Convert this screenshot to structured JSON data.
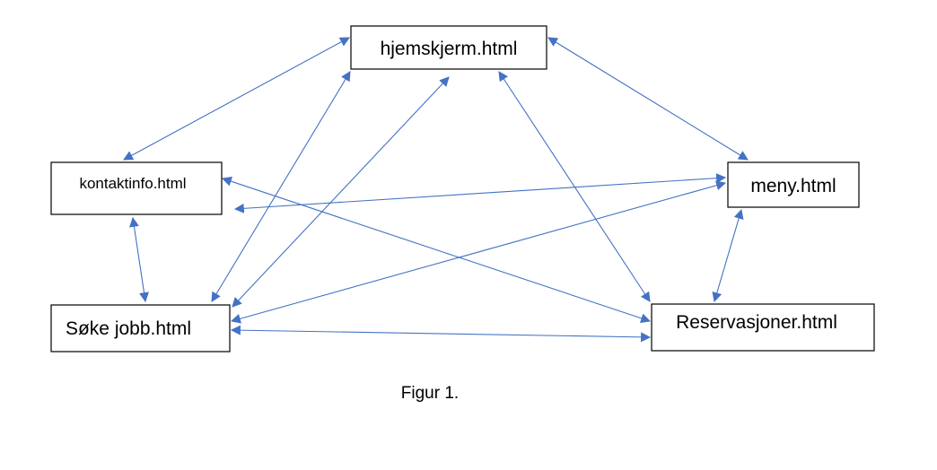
{
  "diagram": {
    "edge_color": "#4472C4",
    "nodes": [
      {
        "id": "hjem",
        "label": "hjemskjerm.html"
      },
      {
        "id": "kontakt",
        "label": "kontaktinfo.html"
      },
      {
        "id": "meny",
        "label": "meny.html"
      },
      {
        "id": "soke",
        "label": "Søke jobb.html"
      },
      {
        "id": "reserv",
        "label": "Reservasjoner.html"
      }
    ],
    "edges": [
      {
        "from": "hjem",
        "to": "kontakt",
        "bidirectional": true
      },
      {
        "from": "hjem",
        "to": "meny",
        "bidirectional": true
      },
      {
        "from": "hjem",
        "to": "soke",
        "bidirectional": true
      },
      {
        "from": "hjem",
        "to": "soke",
        "bidirectional": true
      },
      {
        "from": "hjem",
        "to": "reserv",
        "bidirectional": true
      },
      {
        "from": "kontakt",
        "to": "meny",
        "bidirectional": true
      },
      {
        "from": "kontakt",
        "to": "reserv",
        "bidirectional": true
      },
      {
        "from": "kontakt",
        "to": "soke",
        "bidirectional": true
      },
      {
        "from": "meny",
        "to": "soke",
        "bidirectional": true
      },
      {
        "from": "meny",
        "to": "reserv",
        "bidirectional": true
      },
      {
        "from": "soke",
        "to": "reserv",
        "bidirectional": true
      }
    ],
    "caption": "Figur 1."
  }
}
